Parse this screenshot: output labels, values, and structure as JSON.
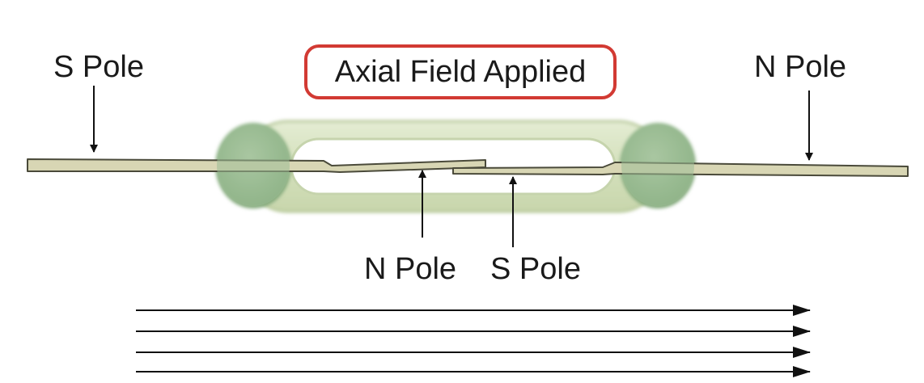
{
  "title": "Axial Field Applied",
  "labels": {
    "left_outer": "S Pole",
    "right_outer": "N Pole",
    "left_reed_tip": "N Pole",
    "right_reed_tip": "S Pole"
  },
  "colors": {
    "title_border": "#d23a33",
    "glass": "#dfe9cc",
    "glass_edge": "#b7c99a",
    "seal": "#8fb48a",
    "lead": "#d8d6b4",
    "lead_edge": "#4a4a3a",
    "arrow": "#111111"
  },
  "field_lines": {
    "count": 4,
    "direction": "right"
  }
}
